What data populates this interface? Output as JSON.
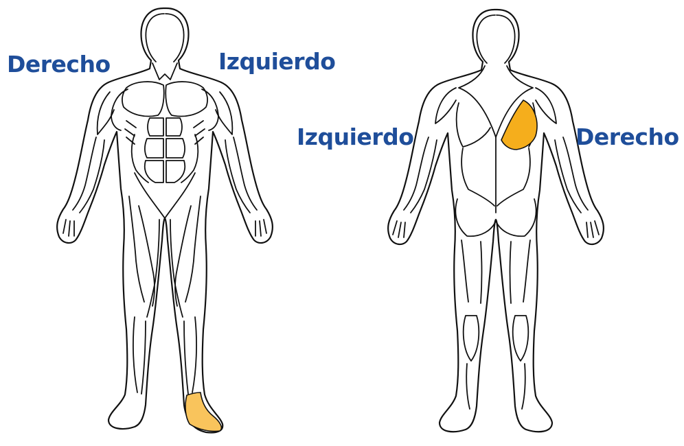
{
  "front_view": {
    "label_right": "Derecho",
    "label_left": "Izquierdo",
    "highlight_region": "left-foot",
    "highlight_color": "#F9C45C"
  },
  "back_view": {
    "label_left": "Izquierdo",
    "label_right": "Derecho",
    "highlight_region": "right-latissimus",
    "highlight_color": "#F5AE1C"
  },
  "colors": {
    "label_text": "#1F4E9A",
    "outline": "#111111",
    "background": "#FFFFFF"
  }
}
